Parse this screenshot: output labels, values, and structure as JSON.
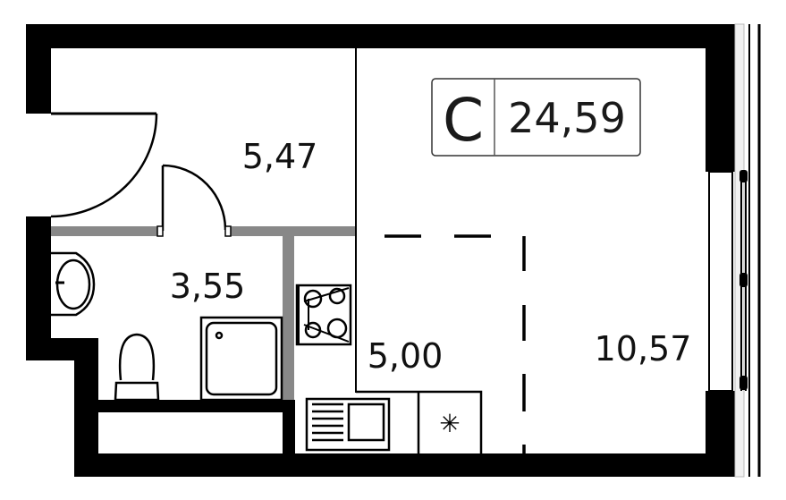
{
  "badge": {
    "type_letter": "C",
    "total_area": "24,59"
  },
  "rooms": [
    {
      "name": "hallway",
      "area": "5,47"
    },
    {
      "name": "bathroom",
      "area": "3,55"
    },
    {
      "name": "kitchen",
      "area": "5,00"
    },
    {
      "name": "living",
      "area": "10,57"
    }
  ],
  "fridge_symbol": "✳",
  "colors": {
    "wall": "#000000",
    "partition": "#888888",
    "background": "#ffffff"
  }
}
